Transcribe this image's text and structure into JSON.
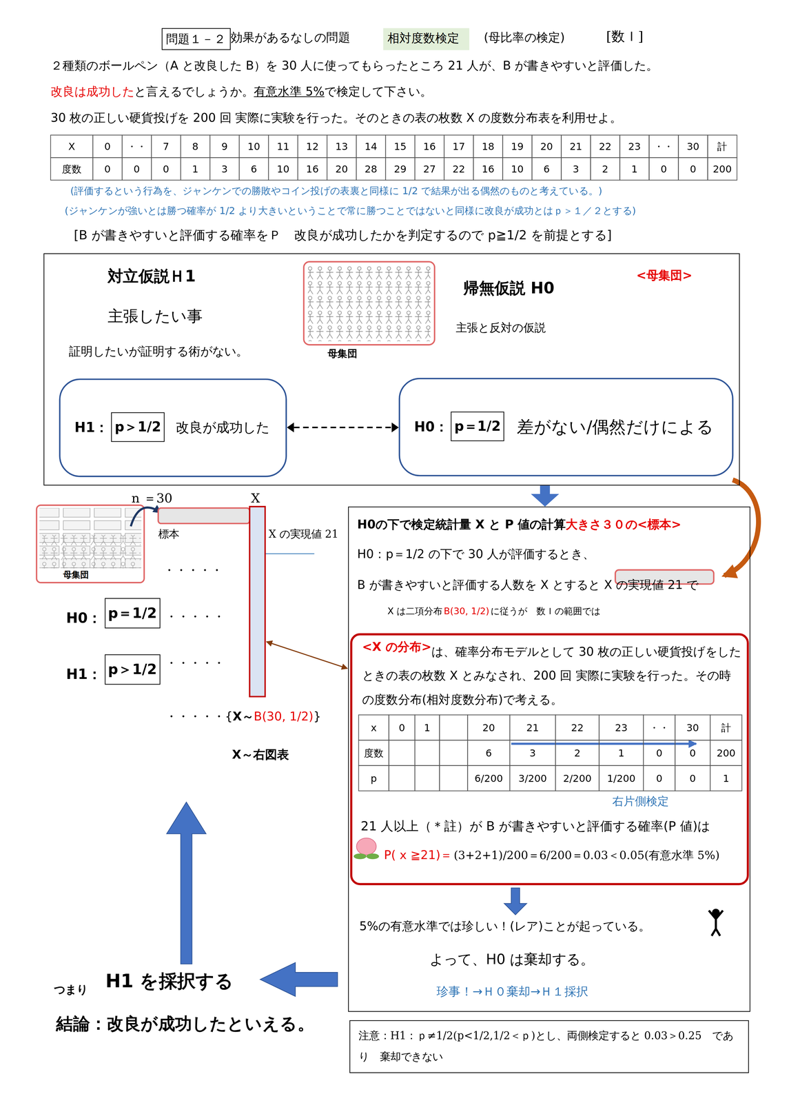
{
  "diagram": {
    "nodes": [
      {
        "text": [
          "問題１－２"
        ]
      },
      {
        "text": [
          "相対度数検定"
        ]
      },
      {
        "text": [
          "対立仮説Ｈ1",
          "主張したい事",
          "証明したいが証明する術がない。",
          "帰無仮説 H0",
          "<母集団>",
          "主張と反対の仮説"
        ]
      },
      {
        "text": [
          "H1：",
          "p＞1/2",
          "改良が成功した"
        ],
        "in": 2
      },
      {
        "text": [
          "H0：",
          "p＝1/2",
          "差がない/偶然だけによる"
        ],
        "in": 2
      },
      {
        "text": [
          "H0の下で検定統計量 X と P 値の計算",
          "大きさ３０の<標本>",
          "H0：p＝1/2 の下で 30 人が評価するとき、",
          "B が書きやすいと評価する人数を X とすると X の実現値 21 で",
          "X は二項分布",
          "B(30, 1/2)",
          "に従うが　数Ｉの範囲では",
          "5%の有意水準では珍しい！(レア)ことが起っている。",
          "よって、H0 は棄却する。",
          "珍事！→Ｈ０棄却→Ｈ１採択"
        ]
      },
      {
        "text": [
          "<X の分布>",
          "は、確率分布モデルとして 30 枚の正しい硬貨投げをしたときの表の枚数 X とみなされ、200 回 実際に実験を行った。その時の度数分布(相対度数分布)で考える。",
          "右片側検定",
          "21 人以上（＊註）が B が書きやすいと評価する確率(P 値)は",
          "P( x ≧21)＝",
          "(3+2+1)/200＝6/200＝0.03＜0.05(有意水準 5%)"
        ],
        "in": 5
      },
      {
        "text": [
          "H0：",
          "p＝1/2"
        ]
      },
      {
        "text": [
          "H1：",
          "p＞1/2"
        ]
      },
      {
        "text": [
          "注意：H1：ｐ≠1/2(p<1/2,1/2＜ｐ)とし、両側検定すると 0.03＞0.25　であり　棄却できない"
        ]
      }
    ],
    "edges": [
      {
        "from": 3,
        "to": 4,
        "arrow": "both"
      },
      {
        "from": 2,
        "to": 5,
        "arrow": "to"
      }
    ],
    "labels": [
      "効果があるなしの問題",
      "(母比率の検定)",
      "[数Ｉ]",
      "２種類のボールペン（A と改良した B）を 30 人に使ってもらったところ 21 人が、B が書きやすいと評価した。",
      "改良は成功した",
      "と言えるでしょうか。",
      "有意水準 5%",
      "で検定して下さい。",
      "30 枚の正しい硬貨投げを 200 回 実際に実験を行った。そのときの表の枚数 X の度数分布表を利用せよ。",
      "X",
      "0",
      "・・",
      "7",
      "8",
      "9",
      "10",
      "11",
      "12",
      "13",
      "14",
      "15",
      "16",
      "17",
      "18",
      "19",
      "20",
      "21",
      "22",
      "23",
      "・・",
      "30",
      "計",
      "度数",
      "0",
      "0",
      "0",
      "1",
      "3",
      "6",
      "10",
      "16",
      "20",
      "28",
      "29",
      "27",
      "22",
      "16",
      "10",
      "6",
      "3",
      "2",
      "1",
      "0",
      "0",
      "200",
      "(評価するという行為を、ジャンケンでの勝敗やコイン投げの表裏と同様に 1/2 で結果が出る偶然のものと考えている。)",
      "(ジャンケンが強いとは勝つ確率が 1/2 より大きいということで常に勝つことではないと同様に改良が成功とはｐ＞１／２とする)",
      "[B が書きやすいと評価する確率をＰ　改良が成功したかを判定するので p≧1/2 を前提とする]",
      "母集団",
      "n ＝30",
      "X",
      "母集団",
      "標本",
      "X の実現値 21",
      "・・・・・",
      "・・・・・",
      "・・・・・",
      "・・・・・{",
      "X～",
      "B(30, 1/2)",
      "}",
      "X～右図表",
      "x",
      "0",
      "1",
      "20",
      "21",
      "22",
      "23",
      "・・",
      "30",
      "計",
      "度数",
      "6",
      "3",
      "2",
      "1",
      "0",
      "0",
      "200",
      "p",
      "6/200",
      "3/200",
      "2/200",
      "1/200",
      "0",
      "0",
      "1",
      "つまり",
      "H1 を採択する",
      "結論：改良が成功したといえる。"
    ]
  }
}
